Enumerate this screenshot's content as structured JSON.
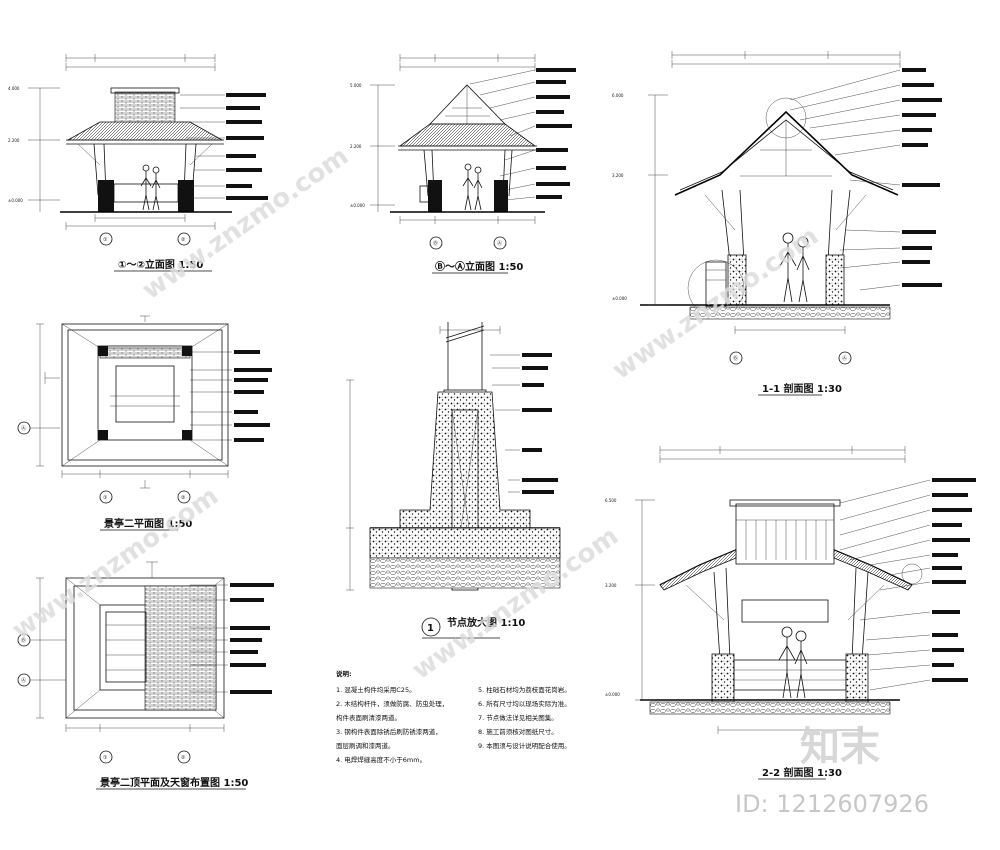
{
  "drawings": {
    "elev1": {
      "title": "①～②立面图 1:50"
    },
    "elev2": {
      "title": "Ⓑ～Ⓐ立面图 1:50"
    },
    "sec1": {
      "title": "1-1 剖面图 1:30"
    },
    "plan2": {
      "title": "景亭二平面图 1:50"
    },
    "node": {
      "title": "节点放大图 1:10"
    },
    "sec2": {
      "title": "2-2 剖面图 1:30"
    },
    "roofplan": {
      "title": "景亭二顶平面及天窗布置图 1:50"
    }
  },
  "axes": {
    "a1": "①",
    "a2": "②",
    "aA": "Ⓐ",
    "aB": "Ⓑ"
  },
  "notes": {
    "heading": "说明:",
    "left": [
      "1. 混凝土构件均采用C25。",
      "2. 木结构杆件，须做防腐、防虫处理，",
      "   构件表面刷清漆两道。",
      "3. 钢构件表面除锈后刷防锈漆两道，",
      "   面层刷调和漆两道。",
      "4. 电焊焊缝高度不小于6mm。"
    ],
    "right": [
      "5. 柱础石材均为荔枝面花岗岩。",
      "6. 所有尺寸均以现场实际为准。",
      "7. 节点做法详见相关图集。",
      "8. 施工前须核对图纸尺寸。",
      "9. 本图须与设计说明配合使用。"
    ]
  },
  "watermark": {
    "site": "www.znzmo.com",
    "brand": "知末",
    "id": "ID: 1212607926"
  }
}
